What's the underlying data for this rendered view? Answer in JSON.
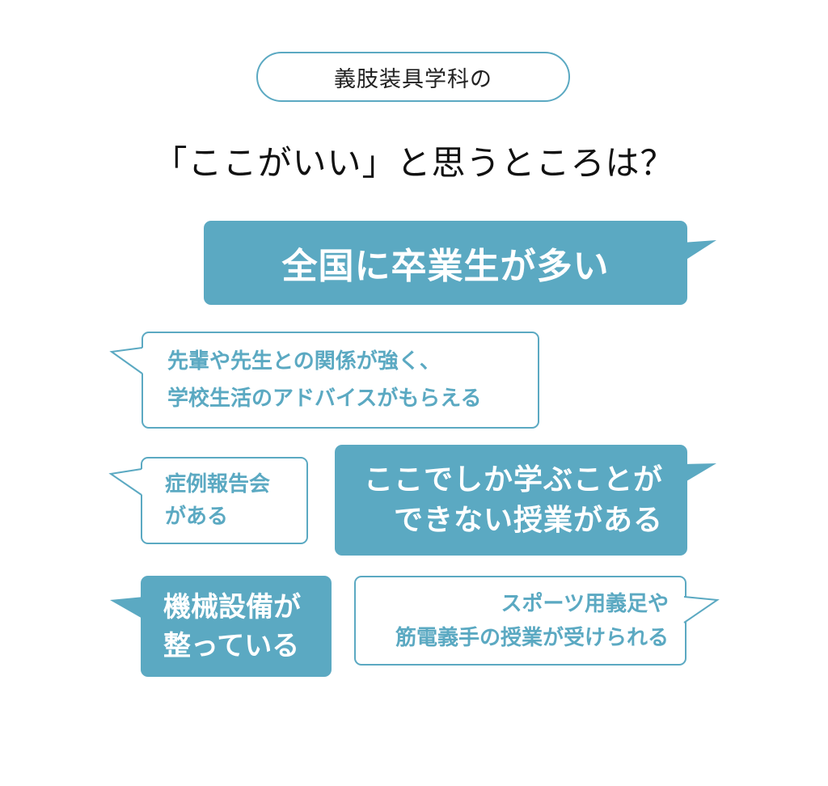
{
  "header": {
    "pill_label": "義肢装具学科の",
    "title": "「ここがいい」と思うところは？"
  },
  "bubbles": {
    "graduates": {
      "lines": [
        "全国に卒業生が多い"
      ]
    },
    "advice": {
      "lines": [
        "先輩や先生との関係が強く、",
        "学校生活のアドバイスがもらえる"
      ]
    },
    "case_reports": {
      "lines": [
        "症例報告会",
        "がある"
      ]
    },
    "unique_classes": {
      "lines": [
        "ここでしか学ぶことが",
        "できない授業がある"
      ]
    },
    "equipment": {
      "lines": [
        "機械設備が",
        "整っている"
      ]
    },
    "sports": {
      "lines": [
        "スポーツ用義足や",
        "筋電義手の授業が受けられる"
      ]
    }
  },
  "colors": {
    "accent": "#5ba9c2",
    "text_dark": "#222222",
    "background": "#ffffff"
  }
}
